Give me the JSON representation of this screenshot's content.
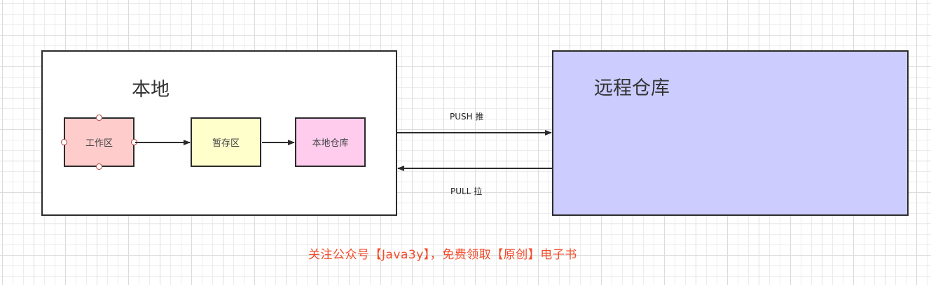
{
  "local": {
    "title": "本地"
  },
  "remote": {
    "title": "远程仓库"
  },
  "nodes": [
    {
      "label": "工作区",
      "color": "#ffcccc"
    },
    {
      "label": "暂存区",
      "color": "#ffffcc"
    },
    {
      "label": "本地仓库",
      "color": "#ffccee"
    }
  ],
  "edges": {
    "push": "PUSH 推",
    "pull": "PULL 拉"
  },
  "notice": "关注公众号【Java3y】，免费领取【原创】电子书"
}
